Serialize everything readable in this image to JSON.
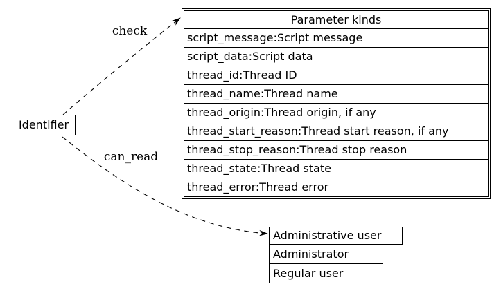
{
  "identifier_node": {
    "label": "Identifier"
  },
  "parameter_table": {
    "title": "Parameter kinds",
    "rows": [
      "script_message:Script message",
      "script_data:Script data",
      "thread_id:Thread ID",
      "thread_name:Thread name",
      "thread_origin:Thread origin, if any",
      "thread_start_reason:Thread start reason, if any",
      "thread_stop_reason:Thread stop reason",
      "thread_state:Thread state",
      "thread_error:Thread error"
    ]
  },
  "user_table": {
    "title": "Administrative user",
    "rows": [
      "Administrator",
      "Regular user"
    ]
  },
  "edges": [
    {
      "label": "check",
      "style": "dashed",
      "from": "Identifier",
      "to": "Parameter kinds"
    },
    {
      "label": "can_read",
      "style": "dashed",
      "from": "Identifier",
      "to": "Administrative user"
    }
  ],
  "colors": {
    "stroke": "#000000",
    "background": "#ffffff",
    "text": "#000000"
  }
}
